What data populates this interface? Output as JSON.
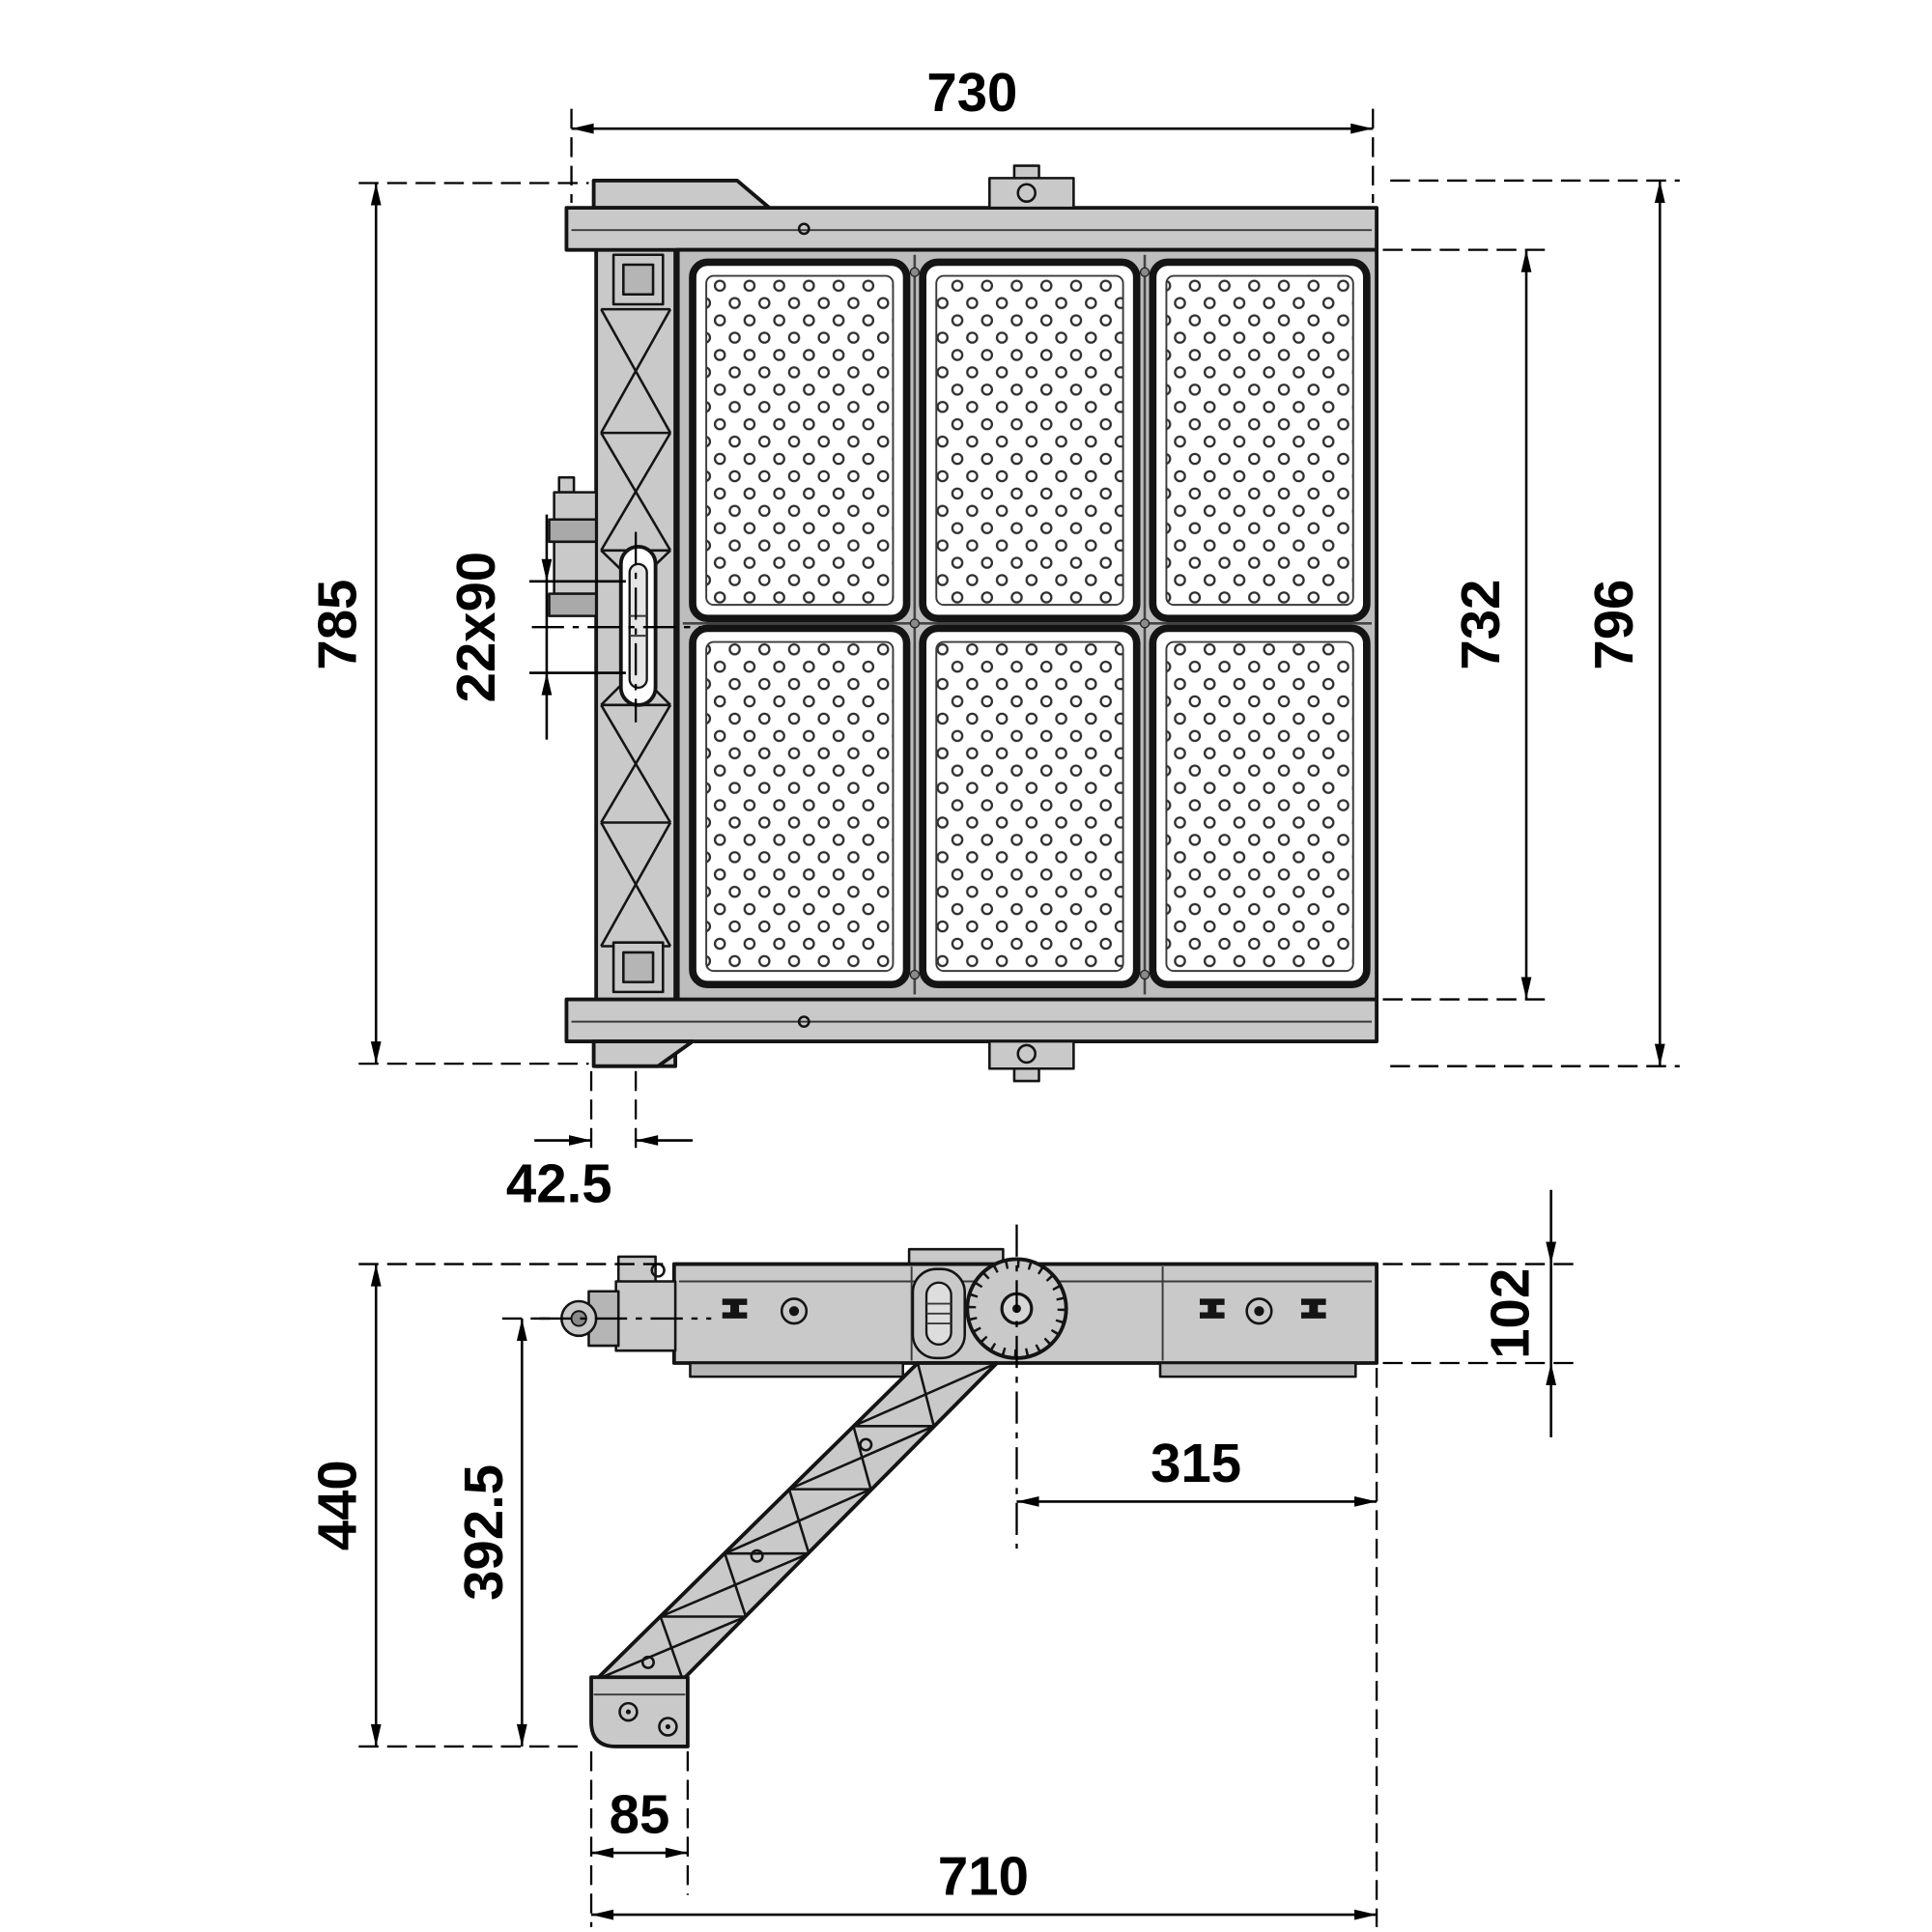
{
  "drawing": {
    "front_view": {
      "overall_width": "730",
      "body_height": "785",
      "slot_size": "22x90",
      "inner_height": "732",
      "overall_height": "796",
      "arm_offset": "42.5"
    },
    "side_view": {
      "total_height": "440",
      "bracket_height": "392.5",
      "housing_depth": "102",
      "pivot_offset": "315",
      "foot_depth": "85",
      "overall_length": "710"
    }
  }
}
